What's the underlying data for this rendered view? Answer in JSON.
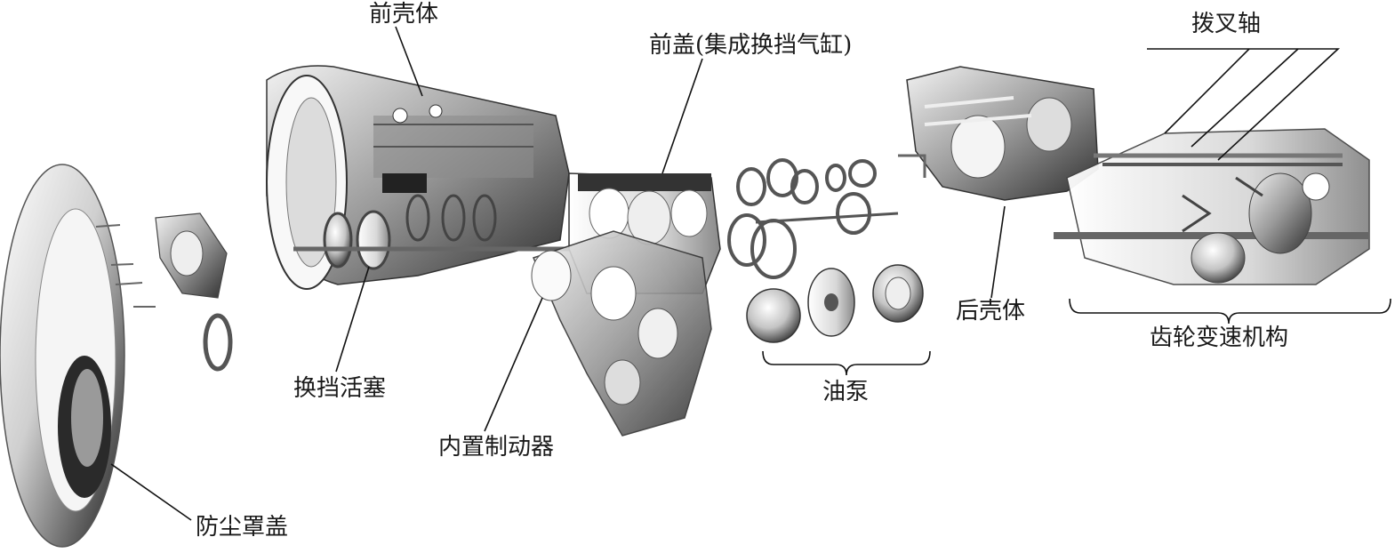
{
  "labels": {
    "front_housing": "前壳体",
    "front_cover": "前盖(集成换挡气缸)",
    "fork_shaft": "拨叉轴",
    "rear_housing": "后壳体",
    "gear_mechanism": "齿轮变速机构",
    "shift_piston": "换挡活塞",
    "oil_pump": "油泵",
    "brake": "内置制动器",
    "dust_cover": "防尘罩盖"
  }
}
